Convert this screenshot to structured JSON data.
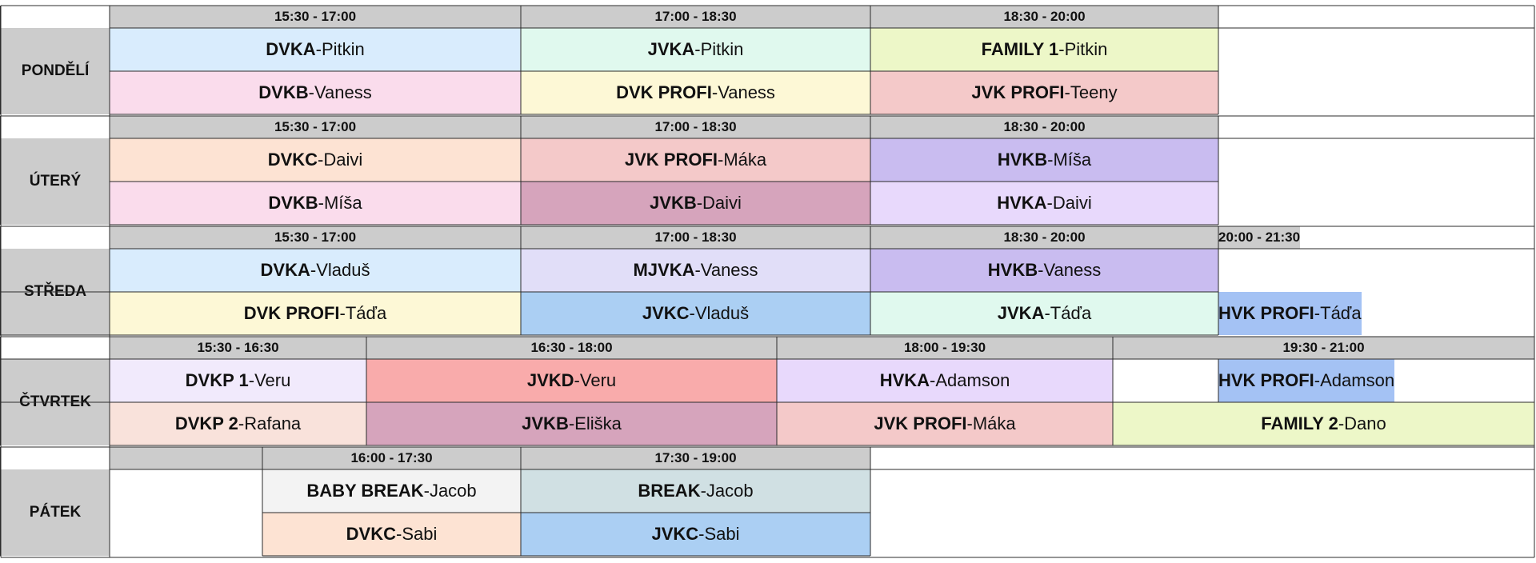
{
  "sep": " - ",
  "days": [
    {
      "name": "PONDĚLÍ",
      "slots": [
        {
          "label": "15:30 - 17:00",
          "c": [
            1,
            4
          ]
        },
        {
          "label": "17:00 - 18:30",
          "c": [
            4,
            6
          ]
        },
        {
          "label": "18:30 - 20:00",
          "c": [
            6,
            8
          ]
        },
        {
          "label": "",
          "c": [
            8,
            11
          ]
        }
      ],
      "rows": [
        [
          {
            "course": "DVKA",
            "teacher": "Pitkin",
            "color": "#d9ecfd",
            "c": [
              1,
              4
            ]
          },
          {
            "course": "JVKA",
            "teacher": "Pitkin",
            "color": "#e0f9ee",
            "c": [
              4,
              6
            ]
          },
          {
            "course": "FAMILY 1",
            "teacher": "Pitkin",
            "color": "#edf7c8",
            "c": [
              6,
              8
            ]
          },
          {
            "course": "",
            "teacher": "",
            "color": "#ffffff",
            "c": [
              8,
              11
            ]
          }
        ],
        [
          {
            "course": "DVKB",
            "teacher": "Vaness",
            "color": "#fadcec",
            "c": [
              1,
              4
            ]
          },
          {
            "course": "DVK PROFI",
            "teacher": "Vaness",
            "color": "#fdf8d6",
            "c": [
              4,
              6
            ]
          },
          {
            "course": "JVK PROFI",
            "teacher": "Teeny",
            "color": "#f4c9c9",
            "c": [
              6,
              8
            ]
          },
          {
            "course": "",
            "teacher": "",
            "color": "#ffffff",
            "c": [
              8,
              11
            ]
          }
        ]
      ]
    },
    {
      "name": "ÚTERÝ",
      "slots": [
        {
          "label": "15:30 - 17:00",
          "c": [
            1,
            4
          ]
        },
        {
          "label": "17:00 - 18:30",
          "c": [
            4,
            6
          ]
        },
        {
          "label": "18:30 - 20:00",
          "c": [
            6,
            8
          ]
        },
        {
          "label": "",
          "c": [
            8,
            11
          ]
        }
      ],
      "rows": [
        [
          {
            "course": "DVKC",
            "teacher": "Daivi",
            "color": "#fde3d3",
            "c": [
              1,
              4
            ]
          },
          {
            "course": "JVK PROFI",
            "teacher": "Máka",
            "color": "#f4c9c9",
            "c": [
              4,
              6
            ]
          },
          {
            "course": "HVKB",
            "teacher": "Míša",
            "color": "#c9bcf0",
            "c": [
              6,
              8
            ]
          },
          {
            "course": "",
            "teacher": "",
            "color": "#ffffff",
            "c": [
              8,
              11
            ]
          }
        ],
        [
          {
            "course": "DVKB",
            "teacher": "Míša",
            "color": "#fadcec",
            "c": [
              1,
              4
            ]
          },
          {
            "course": "JVKB",
            "teacher": "Daivi",
            "color": "#d6a4bc",
            "c": [
              4,
              6
            ]
          },
          {
            "course": "HVKA",
            "teacher": "Daivi",
            "color": "#e8d9fc",
            "c": [
              6,
              8
            ]
          },
          {
            "course": "",
            "teacher": "",
            "color": "#ffffff",
            "c": [
              8,
              11
            ]
          }
        ]
      ]
    },
    {
      "name": "STŘEDA",
      "slots": [
        {
          "label": "15:30 - 17:00",
          "c": [
            1,
            4
          ]
        },
        {
          "label": "17:00 - 18:30",
          "c": [
            4,
            6
          ]
        },
        {
          "label": "18:30 - 20:00",
          "c": [
            6,
            8
          ]
        },
        {
          "label": "20:00 - 21:30",
          "c": [
            8,
            11
          ]
        }
      ],
      "rows": [
        [
          {
            "course": "DVKA",
            "teacher": "Vladuš",
            "color": "#d9ecfd",
            "c": [
              1,
              4
            ]
          },
          {
            "course": "MJVKA",
            "teacher": "Vaness",
            "color": "#e1def8",
            "c": [
              4,
              6
            ]
          },
          {
            "course": "HVKB",
            "teacher": "Vaness",
            "color": "#c9bcf0",
            "c": [
              6,
              8
            ]
          },
          {
            "course": "",
            "teacher": "",
            "color": "#ffffff",
            "c": [
              8,
              11
            ]
          }
        ],
        [
          {
            "course": "DVK PROFI",
            "teacher": "Táďa",
            "color": "#fdf8d6",
            "c": [
              1,
              4
            ]
          },
          {
            "course": "JVKC",
            "teacher": "Vladuš",
            "color": "#abcff3",
            "c": [
              4,
              6
            ]
          },
          {
            "course": "JVKA",
            "teacher": "Táďa",
            "color": "#e0f9ee",
            "c": [
              6,
              8
            ]
          },
          {
            "course": "HVK PROFI",
            "teacher": "Táďa",
            "color": "#a4c2f4",
            "c": [
              8,
              11
            ]
          }
        ]
      ]
    },
    {
      "name": "ČTVRTEK",
      "slots": [
        {
          "label": "15:30 - 16:30",
          "c": [
            1,
            3
          ]
        },
        {
          "label": "16:30 - 18:00",
          "c": [
            3,
            5
          ]
        },
        {
          "label": "18:00 - 19:30",
          "c": [
            5,
            7
          ]
        },
        {
          "label": "19:30 - 21:00",
          "c": [
            7,
            10
          ]
        },
        {
          "label": "",
          "c": [
            10,
            11
          ]
        }
      ],
      "rows": [
        [
          {
            "course": "DVKP 1",
            "teacher": "Veru",
            "color": "#f1eafc",
            "c": [
              1,
              3
            ]
          },
          {
            "course": "JVKD",
            "teacher": "Veru",
            "color": "#f9abab",
            "c": [
              3,
              5
            ]
          },
          {
            "course": "HVKA",
            "teacher": "Adamson",
            "color": "#e8d9fc",
            "c": [
              5,
              7
            ]
          },
          {
            "course": "",
            "teacher": "",
            "color": "#ffffff",
            "c": [
              7,
              8
            ]
          },
          {
            "course": "HVK PROFI",
            "teacher": "Adamson",
            "color": "#a4c2f4",
            "c": [
              8,
              11
            ]
          }
        ],
        [
          {
            "course": "DVKP 2",
            "teacher": "Rafana",
            "color": "#f9e2db",
            "c": [
              1,
              3
            ]
          },
          {
            "course": "JVKB",
            "teacher": "Eliška",
            "color": "#d6a4bc",
            "c": [
              3,
              5
            ]
          },
          {
            "course": "JVK PROFI",
            "teacher": "Máka",
            "color": "#f4c9c9",
            "c": [
              5,
              7
            ]
          },
          {
            "course": "FAMILY 2",
            "teacher": "Dano",
            "color": "#edf7c8",
            "c": [
              7,
              10
            ]
          },
          {
            "course": "",
            "teacher": "",
            "color": "#ffffff",
            "c": [
              10,
              11
            ]
          }
        ]
      ]
    },
    {
      "name": "PÁTEK",
      "slots": [
        {
          "label": "",
          "c": [
            1,
            2
          ]
        },
        {
          "label": "16:00 - 17:30",
          "c": [
            2,
            4
          ]
        },
        {
          "label": "17:30 - 19:00",
          "c": [
            4,
            6
          ]
        },
        {
          "label": "",
          "c": [
            6,
            11
          ]
        }
      ],
      "rows": [
        [
          {
            "course": "",
            "teacher": "",
            "color": "#ffffff",
            "c": [
              1,
              2
            ]
          },
          {
            "course": "BABY BREAK",
            "teacher": "Jacob",
            "color": "#f3f3f3",
            "c": [
              2,
              4
            ]
          },
          {
            "course": "BREAK",
            "teacher": "Jacob",
            "color": "#d0e0e3",
            "c": [
              4,
              6
            ]
          },
          {
            "course": "",
            "teacher": "",
            "color": "#ffffff",
            "c": [
              6,
              11
            ]
          }
        ],
        [
          {
            "course": "",
            "teacher": "",
            "color": "#ffffff",
            "c": [
              1,
              2
            ]
          },
          {
            "course": "DVKC",
            "teacher": "Sabi",
            "color": "#fde3d3",
            "c": [
              2,
              4
            ]
          },
          {
            "course": "JVKC",
            "teacher": "Sabi",
            "color": "#abcff3",
            "c": [
              4,
              6
            ]
          },
          {
            "course": "",
            "teacher": "",
            "color": "#ffffff",
            "c": [
              6,
              11
            ]
          }
        ]
      ]
    }
  ]
}
